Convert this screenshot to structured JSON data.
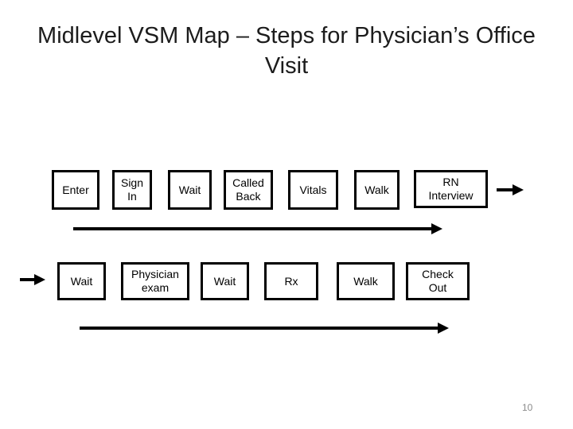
{
  "title": "Midlevel VSM Map – Steps for Physician’s Office\nVisit",
  "row1": {
    "boxes": [
      {
        "label": "Enter"
      },
      {
        "label": "Sign\nIn"
      },
      {
        "label": "Wait"
      },
      {
        "label": "Called\nBack"
      },
      {
        "label": "Vitals"
      },
      {
        "label": "Walk"
      },
      {
        "label": "RN\nInterview"
      }
    ]
  },
  "row2": {
    "boxes": [
      {
        "label": "Wait"
      },
      {
        "label": "Physician\nexam"
      },
      {
        "label": "Wait"
      },
      {
        "label": "Rx"
      },
      {
        "label": "Walk"
      },
      {
        "label": "Check\nOut"
      }
    ]
  },
  "footer": {
    "page_number": "10"
  },
  "colors": {
    "background": "#ffffff",
    "title_text": "#1c1c1c",
    "box_border": "#000000",
    "box_text": "#000000",
    "arrow": "#000000",
    "page_number": "#8a8a8a"
  }
}
